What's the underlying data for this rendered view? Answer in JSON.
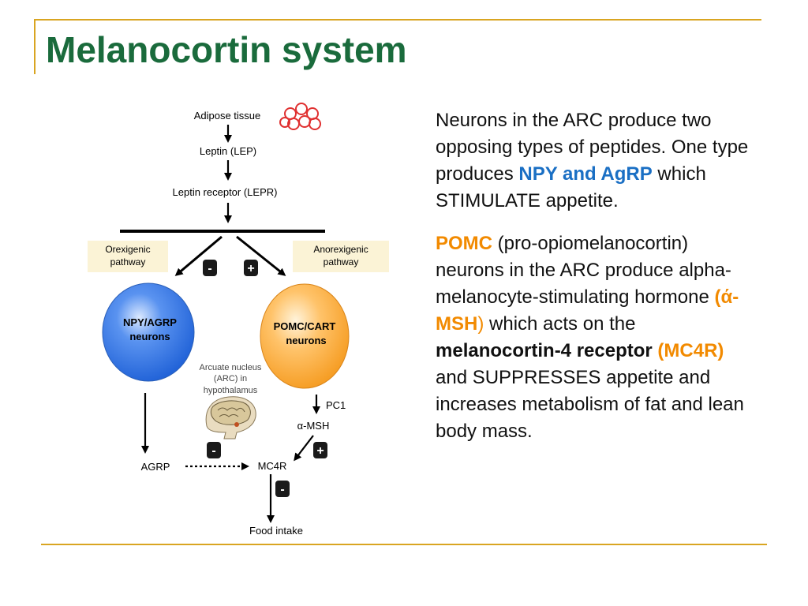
{
  "title": "Melanocortin system",
  "diagram": {
    "adipose": "Adipose tissue",
    "leptin": "Leptin (LEP)",
    "leptin_receptor": "Leptin receptor (LEPR)",
    "orexigenic_line1": "Orexigenic",
    "orexigenic_line2": "pathway",
    "anorexigenic_line1": "Anorexigenic",
    "anorexigenic_line2": "pathway",
    "minus": "-",
    "plus": "+",
    "npy_line1": "NPY/AGRP",
    "npy_line2": "neurons",
    "pomc_line1": "POMC/CART",
    "pomc_line2": "neurons",
    "arc_line1": "Arcuate nucleus",
    "arc_line2": "(ARC) in",
    "arc_line3": "hypothalamus",
    "pc1": "PC1",
    "msh": "α-MSH",
    "agrp": "AGRP",
    "mc4r": "MC4R",
    "food_intake": "Food intake"
  },
  "text": {
    "p1_a": "Neurons in the ARC produce two opposing types of peptides. One type produces ",
    "p1_hl": "NPY and AgRP",
    "p1_b": " which STIMULATE appetite.",
    "p2_hl": "POMC",
    "p2_a": " (pro-opiomelanocortin) neurons in the ARC produce alpha-melanocyte-stimulating hormone ",
    "p2_paren_open": "(",
    "p2_msh": "ά-MSH",
    "p2_paren_close": ")",
    "p2_b": " which acts on the ",
    "p2_bold": "melanocortin-4 receptor",
    "p2_space": " ",
    "p2_mc4r": "(MC4R)",
    "p2_c": " and SUPPRESSES appetite and increases metabolism of fat and lean body mass."
  },
  "colors": {
    "title": "#1a6b3c",
    "rule": "#d9a521",
    "blue_highlight": "#1a6fc4",
    "orange_highlight": "#f28a00",
    "pathway_box": "#fbf3d6",
    "adipose_red": "#e03030"
  }
}
